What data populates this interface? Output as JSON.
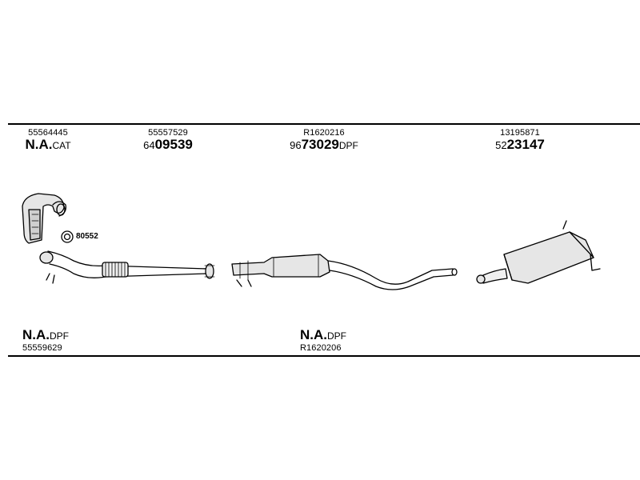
{
  "top_items": [
    {
      "ref": "55564445",
      "pre": "",
      "main": "N.A.",
      "suffix": "CAT"
    },
    {
      "ref": "55557529",
      "pre": "64",
      "main": "09539",
      "suffix": ""
    },
    {
      "ref": "R1620216",
      "pre": "96",
      "main": "73029",
      "suffix": "DPF"
    },
    {
      "ref": "13195871",
      "pre": "52",
      "main": "23147",
      "suffix": ""
    }
  ],
  "bottom_items": [
    {
      "ref": "55559629",
      "main": "N.A.",
      "suffix": "DPF"
    },
    {
      "ref": "R1620206",
      "main": "N.A.",
      "suffix": "DPF"
    }
  ],
  "gasket": {
    "ref": "80552"
  }
}
